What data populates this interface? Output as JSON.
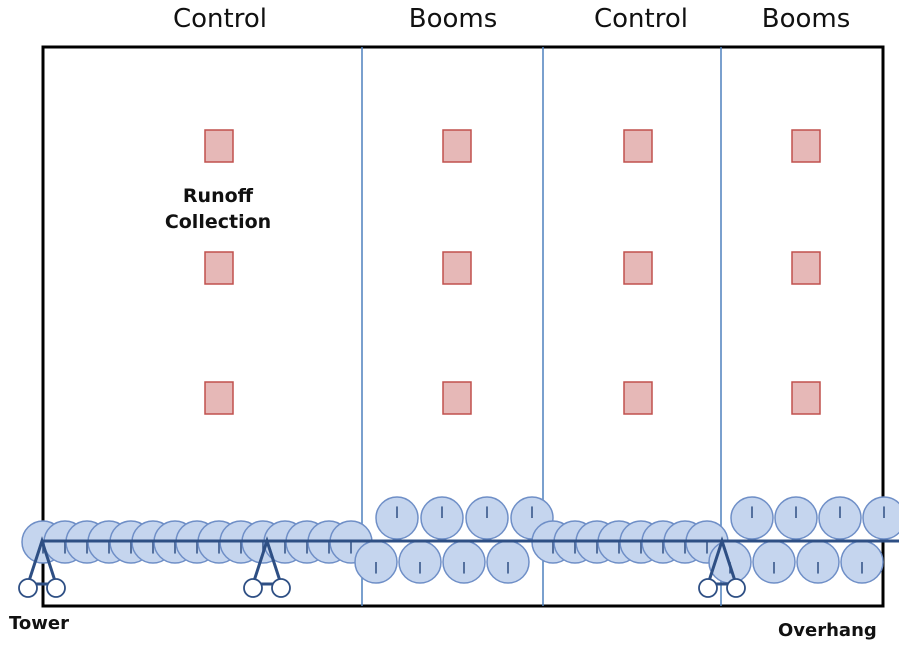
{
  "zones": [
    {
      "label": "Control"
    },
    {
      "label": "Booms"
    },
    {
      "label": "Control"
    },
    {
      "label": "Booms"
    }
  ],
  "annotations": {
    "runoff_line1": "Runoff",
    "runoff_line2": "Collection",
    "tower": "Tower",
    "overhang": "Overhang"
  },
  "colors": {
    "collector_fill": "#e6b8b7",
    "collector_stroke": "#c0504d",
    "nozzle_fill": "#c5d5ee",
    "nozzle_stroke": "#6f8fc7",
    "pipe": "#2e4f84",
    "divider": "#4f81bd",
    "frame": "#000000"
  }
}
